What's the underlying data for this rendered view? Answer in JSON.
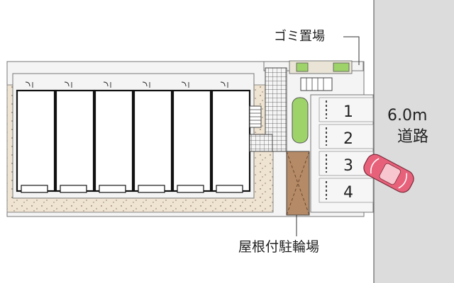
{
  "labels": {
    "garbage": "ゴミ置場",
    "road_width": "6.0m",
    "road_name": "道路",
    "bike_parking": "屋根付駐輪場"
  },
  "parking_spaces": [
    "1",
    "2",
    "3",
    "4"
  ],
  "highlighted_space": "3",
  "units": 6,
  "colors": {
    "road": "#dcdcdc",
    "sand": "#efe3d2",
    "lot": "#f4f4f4",
    "green": "#9ed36a",
    "bike_roof": "#b58a66",
    "car": "#e8617a"
  }
}
